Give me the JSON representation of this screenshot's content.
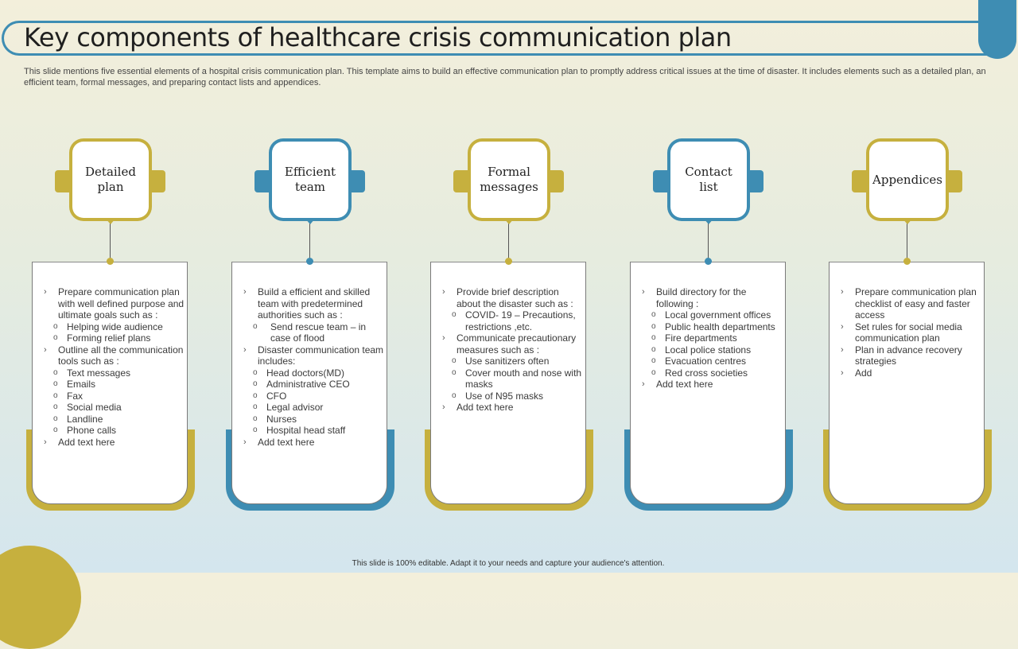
{
  "title": "Key components of  healthcare crisis communication plan",
  "description": "This slide mentions five essential elements of a hospital crisis communication plan. This template aims to build an effective communication plan to promptly address critical issues at the time of disaster. It includes elements such as a detailed plan, an efficient team, formal messages, and preparing contact lists and appendices.",
  "footer": "This slide is 100% editable.  Adapt it to your needs and capture your audience's attention.",
  "colors": {
    "gold": "#c6b03e",
    "blue": "#3e8db3"
  },
  "columns": [
    {
      "heading": "Detailed\nplan",
      "items": [
        {
          "text": "Prepare communication plan with well defined purpose and ultimate goals  such as :",
          "sub": [
            "Helping wide audience",
            "Forming relief plans"
          ]
        },
        {
          "text": "Outline all the communication tools such as :",
          "sub": [
            "Text  messages",
            "Emails",
            "Fax",
            "Social media",
            "Landline",
            "Phone calls"
          ]
        },
        {
          "text": "Add text here",
          "sub": []
        }
      ]
    },
    {
      "heading": "Efficient\nteam",
      "items": [
        {
          "text": "Build a efficient and skilled team with predetermined authorities such as :",
          "sub": [
            "Send rescue team – in case of flood"
          ]
        },
        {
          "text": "Disaster communication team includes:",
          "sub": [
            "Head doctors(MD)",
            "Administrative CEO",
            "CFO",
            "Legal advisor",
            "Nurses",
            "Hospital head staff"
          ]
        },
        {
          "text": "Add text here",
          "sub": []
        }
      ]
    },
    {
      "heading": "Formal\nmessages",
      "items": [
        {
          "text": "Provide brief description about the disaster such as :",
          "sub": [
            "COVID- 19 – Precautions, restrictions ,etc."
          ]
        },
        {
          "text": "Communicate precautionary measures such as :",
          "sub": [
            "Use sanitizers often",
            "Cover mouth and nose with masks",
            "Use of N95 masks"
          ]
        },
        {
          "text": "Add text here",
          "sub": []
        }
      ]
    },
    {
      "heading": "Contact\nlist",
      "items": [
        {
          "text": "Build directory for the following :",
          "sub": [
            "Local government offices",
            "Public health departments",
            "Fire departments",
            "Local police stations",
            "Evacuation centres",
            "Red cross societies"
          ]
        },
        {
          "text": "Add text here",
          "sub": []
        }
      ]
    },
    {
      "heading": "Appendices",
      "items": [
        {
          "text": "Prepare communication plan checklist of easy and faster access",
          "sub": []
        },
        {
          "text": "Set rules for social media communication plan",
          "sub": []
        },
        {
          "text": "Plan in advance recovery strategies",
          "sub": []
        },
        {
          "text": "Add",
          "sub": []
        }
      ]
    }
  ]
}
